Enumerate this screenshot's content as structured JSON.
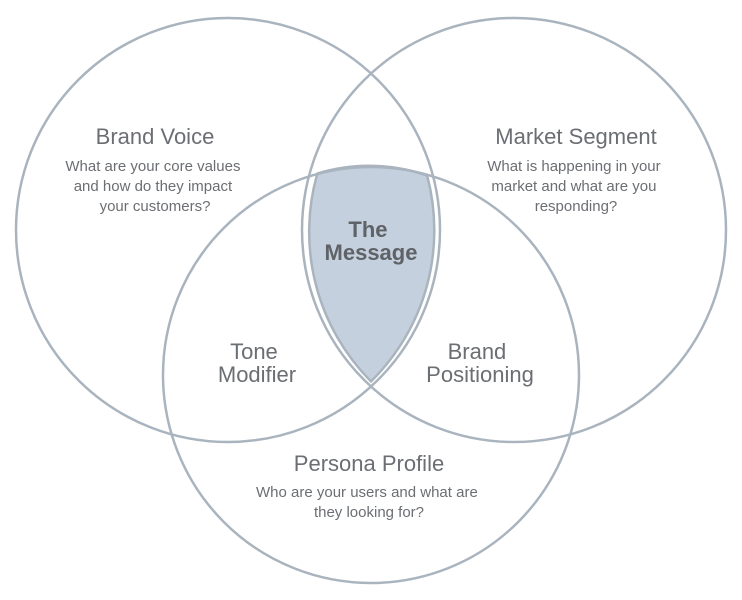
{
  "colors": {
    "circle_stroke": "#a9b4be",
    "center_fill": "#c4d0de",
    "text": "#6b6e72"
  },
  "sets": {
    "brand_voice": {
      "title": "Brand Voice",
      "description": [
        "What are your core values",
        "and how do they impact",
        "your customers?"
      ]
    },
    "market_segment": {
      "title": "Market Segment",
      "description": [
        "What is happening in your",
        "market and what are you",
        "responding?"
      ]
    },
    "persona_profile": {
      "title": "Persona Profile",
      "description": [
        "Who are your users and what are",
        "they looking for?"
      ]
    }
  },
  "intersections": {
    "tone_modifier": [
      "Tone",
      "Modifier"
    ],
    "brand_positioning": [
      "Brand",
      "Positioning"
    ],
    "the_message": [
      "The",
      "Message"
    ]
  }
}
